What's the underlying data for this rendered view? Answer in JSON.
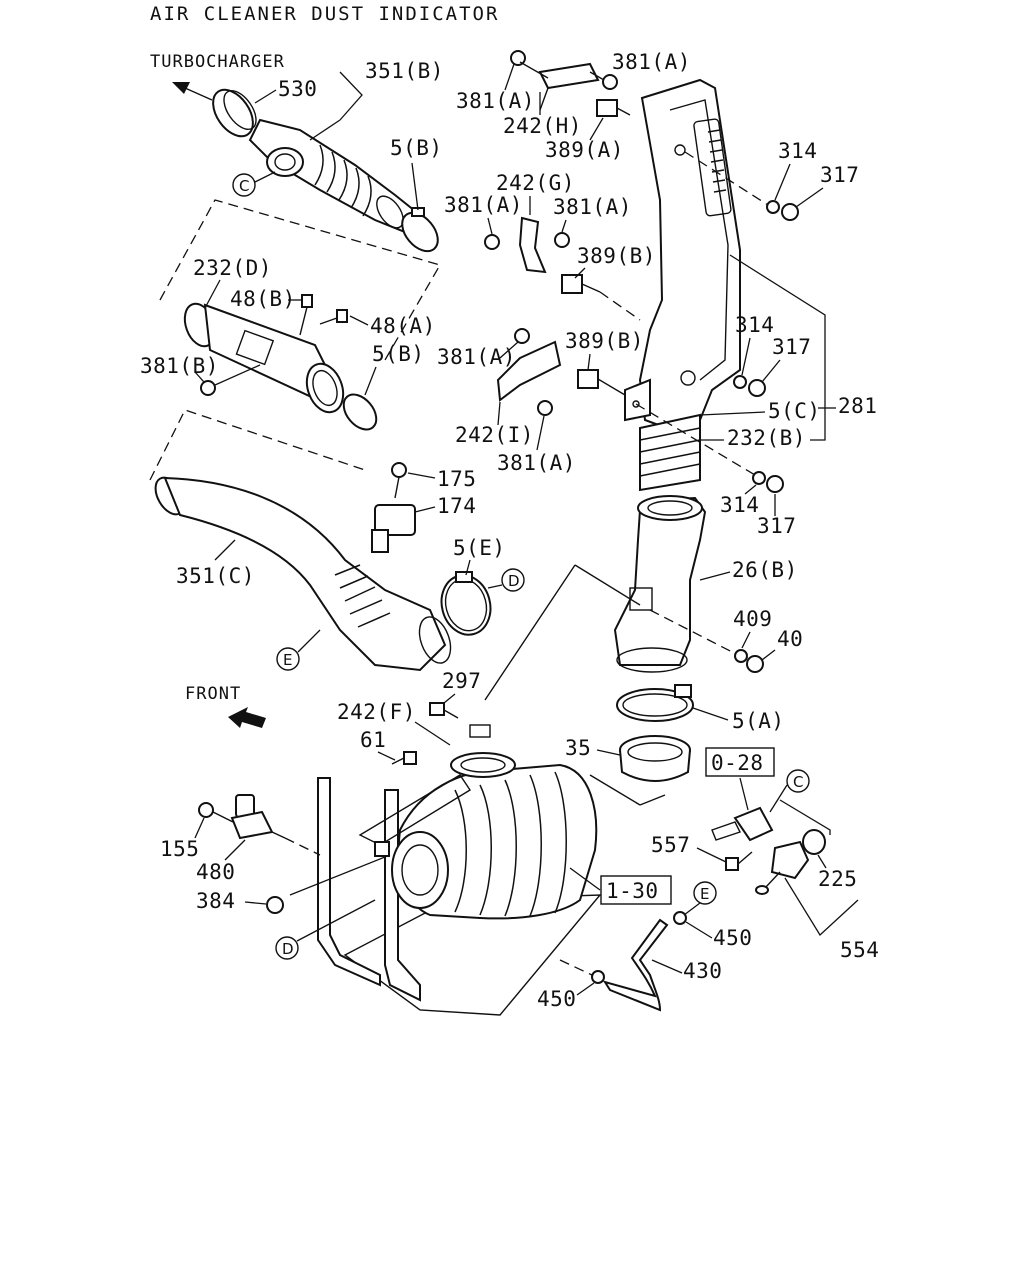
{
  "title": "AIR CLEANER DUST INDICATOR",
  "direction_labels": {
    "turbocharger": "TURBOCHARGER",
    "front": "FRONT"
  },
  "callouts": {
    "l530": "530",
    "l351b": "351(B)",
    "l5b_top": "5(B)",
    "l232d": "232(D)",
    "l48b": "48(B)",
    "l48a": "48(A)",
    "l381b": "381(B)",
    "l5b_mid": "5(B)",
    "l381a_1": "381(A)",
    "l381a_2": "381(A)",
    "l242h": "242(H)",
    "l389a": "389(A)",
    "l242g": "242(G)",
    "l381a_3": "381(A)",
    "l381a_4": "381(A)",
    "l389b_1": "389(B)",
    "l381a_5": "381(A)",
    "l389b_2": "389(B)",
    "l242i": "242(I)",
    "l381a_6": "381(A)",
    "l314_1": "314",
    "l317_1": "317",
    "l314_2": "314",
    "l317_2": "317",
    "l5c": "5(C)",
    "l281": "281",
    "l232b": "232(B)",
    "l314_3": "314",
    "l317_3": "317",
    "l175": "175",
    "l174": "174",
    "l351c": "351(C)",
    "l5e": "5(E)",
    "l26b": "26(B)",
    "l409": "409",
    "l40": "40",
    "l297": "297",
    "l242f": "242(F)",
    "l61": "61",
    "l5a": "5(A)",
    "l35": "35",
    "l557": "557",
    "l225": "225",
    "l554": "554",
    "l155": "155",
    "l480": "480",
    "l384": "384",
    "l450_1": "450",
    "l430": "430",
    "l450_2": "450"
  },
  "reference_boxes": {
    "ref_028": "0-28",
    "ref_130": "1-30"
  },
  "circled_refs": {
    "c_top": "C",
    "c_right": "C",
    "d_hose": "D",
    "d_bottom": "D",
    "e_hose": "E",
    "e_pipe": "E"
  }
}
